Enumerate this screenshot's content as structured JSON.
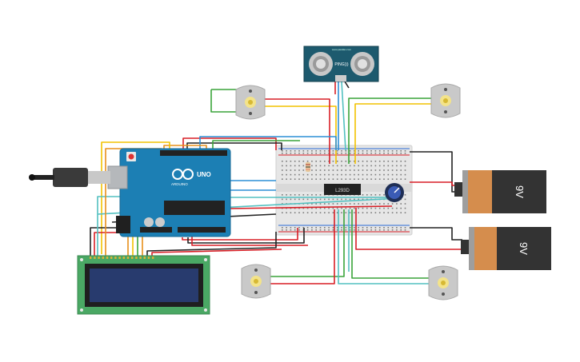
{
  "arduino": {
    "brand": "UNO",
    "sub": "ARDUINO"
  },
  "driver_chip": {
    "label": "L293D"
  },
  "sensor": {
    "label": "PING)))",
    "url": "www.parallax.com"
  },
  "batteries": [
    {
      "label": "9V"
    },
    {
      "label": "9V"
    }
  ],
  "colors": {
    "arduino": "#1c7fb4",
    "breadboard": "#e6e6e6",
    "lcd_pcb": "#4aa864",
    "lcd_screen": "#283b6e",
    "battery_body": "#333333",
    "battery_cap": "#d58d4d",
    "wire_red": "#d81f26",
    "wire_green": "#3aa43a",
    "wire_yellow": "#f2c200",
    "wire_blue": "#2b8fd6",
    "wire_cyan": "#52c0c0",
    "wire_black": "#222222",
    "wire_orange": "#e88f1a"
  }
}
